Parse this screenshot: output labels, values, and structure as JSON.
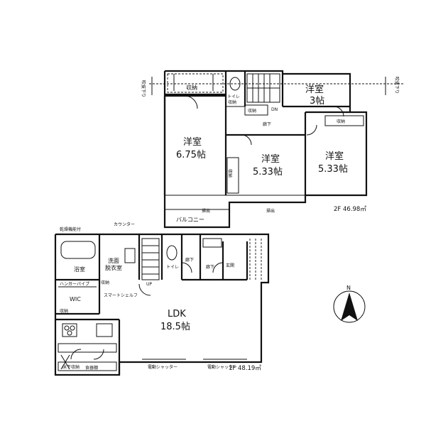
{
  "floor2": {
    "area_label": "2F 46.98㎡",
    "marker_left": "吹抜下り",
    "marker_right": "吹抜下り",
    "rooms": {
      "western_a_name": "洋室",
      "western_a_size": "6.75帖",
      "western_b_name": "洋室",
      "western_b_size": "5.33帖",
      "western_c_name": "洋室",
      "western_c_size": "5.33帖",
      "western_d_name": "洋室",
      "western_d_size": "3帖",
      "storage_top": "収納",
      "storage_small": "収納",
      "storage_right": "収納",
      "storage_vert": "収納",
      "toilet": "トイレ",
      "toilet_storage": "収納",
      "hallway": "廊下",
      "stairs_dn": "DN",
      "balcony": "バルコニー",
      "window_a": "掃出",
      "window_b": "掃出"
    }
  },
  "floor1": {
    "area_label": "1F 48.19㎡",
    "rooms": {
      "ldk_name": "LDK",
      "ldk_size": "18.5帖",
      "bath": "浴室",
      "dryer": "乾燥機能付",
      "counter": "カウンター",
      "washroom": "洗面\n脱衣室",
      "toilet": "トイレ",
      "hallway_a": "廊下",
      "hallway_b": "廊下",
      "entrance": "玄関",
      "wic": "WIC",
      "shelf_bar": "ハンガーパイプ",
      "smart_shelf": "スマートシェルフ",
      "storage_a": "収納",
      "storage_b": "収納",
      "stairs_up": "UP",
      "shutter_a": "電動シャッター",
      "shutter_b": "電動シャッター",
      "kitchen_storage": "食器棚",
      "pantry": "床下収納"
    }
  },
  "compass": {
    "north_label": "N"
  }
}
